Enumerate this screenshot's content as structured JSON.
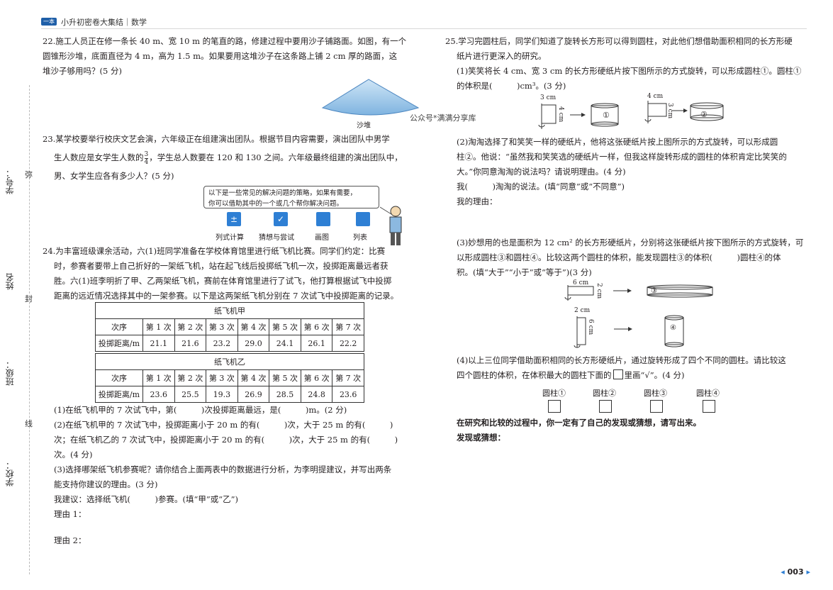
{
  "header": {
    "badge": "一本",
    "title": "小升初密卷大集结｜数学"
  },
  "side": {
    "student_no": "学号：",
    "name": "姓名",
    "class": "班级：",
    "school": "学校：",
    "mi": "弥",
    "feng": "封",
    "xian": "线"
  },
  "q22": {
    "line1": "22.施工人员正在修一条长 40 m、宽 10 m 的笔直的路，修建过程中要用沙子铺路面。如图，有一个",
    "line2": "圆锥形沙堆，底面直径为 4 m，高为 1.5 m。如果要用这堆沙子在这条路上铺 2 cm 厚的路面，这",
    "line3": "堆沙子够用吗？(5 分)",
    "sand_label": "沙堆"
  },
  "watermark": "公众号*满满分享库",
  "q23": {
    "line1": "23.某学校要举行校庆文艺会演，六年级正在组建演出团队。根据节目内容需要，演出团队中男学",
    "line2a": "生人数应是女学生人数的",
    "frac_num": "3",
    "frac_den": "4",
    "line2b": "，学生总人数要在 120 和 130 之间。六年级最终组建的演出团队中，",
    "line3": "男、女学生应各有多少人？(5 分)",
    "box_line1": "以下是一些常见的解决问题的策略，如果有需要，",
    "box_line2": "你可以借助其中的一个或几个帮你解决问题。",
    "strategies": [
      "列式计算",
      "猜想与尝试",
      "画图",
      "列表"
    ]
  },
  "q24": {
    "line1": "24.为丰富班级课余活动，六(1)班同学准备在学校体育馆里进行纸飞机比赛。同学们约定：比赛",
    "line2": "时，参赛者要带上自己折好的一架纸飞机，站在起飞线后投掷纸飞机一次，投掷距离最远者获",
    "line3": "胜。六(1)班李明折了甲、乙两架纸飞机，赛前在体育馆里进行了试飞，他打算根据试飞中投掷",
    "line4": "距离的远近情况选择其中的一架参赛。以下是这两架纸飞机分别在 7 次试飞中投掷距离的记录。",
    "tableA": {
      "title": "纸飞机甲",
      "headers": [
        "次序",
        "第 1 次",
        "第 2 次",
        "第 3 次",
        "第 4 次",
        "第 5 次",
        "第 6 次",
        "第 7 次"
      ],
      "row_label": "投掷距离/m",
      "values": [
        "21.1",
        "21.6",
        "23.2",
        "29.0",
        "24.1",
        "26.1",
        "22.2"
      ]
    },
    "tableB": {
      "title": "纸飞机乙",
      "headers": [
        "次序",
        "第 1 次",
        "第 2 次",
        "第 3 次",
        "第 4 次",
        "第 5 次",
        "第 6 次",
        "第 7 次"
      ],
      "row_label": "投掷距离/m",
      "values": [
        "23.6",
        "25.5",
        "19.3",
        "26.9",
        "28.5",
        "24.8",
        "23.6"
      ]
    },
    "sub1": "(1)在纸飞机甲的 7 次试飞中，第(　　　)次投掷距离最远，是(　　　)m。(2 分)",
    "sub2a": "(2)在纸飞机甲的 7 次试飞中，投掷距离小于 20 m 的有(　　　)次，大于 25 m 的有(　　　)",
    "sub2b": "次；在纸飞机乙的 7 次试飞中，投掷距离小于 20 m 的有(　　　)次，大于 25 m 的有(　　　)",
    "sub2c": "次。(4 分)",
    "sub3a": "(3)选择哪架纸飞机参赛呢？请你结合上面两表中的数据进行分析，为李明提建议，并写出两条",
    "sub3b": "能支持你建议的理由。(3 分)",
    "suggest": "我建议：选择纸飞机(　　　)参赛。(填“甲”或“乙”)",
    "reason1": "理由 1：",
    "reason2": "理由 2："
  },
  "q25": {
    "line1": "25.学习完圆柱后，同学们知道了旋转长方形可以得到圆柱，对此他们想借助面积相同的长方形硬",
    "line2": "纸片进行更深入的研究。",
    "s1a": "(1)笑笑将长 4 cm、宽 3 cm 的长方形硬纸片按下图所示的方式旋转，可以形成圆柱①。圆柱①",
    "s1b": "的体积是(　　　)cm³。(3 分)",
    "fig1": {
      "top": "3 cm",
      "side": "4 cm",
      "result": "①"
    },
    "fig2": {
      "top": "4 cm",
      "side": "3 cm",
      "result": "②"
    },
    "s2a": "(2)淘淘选择了和笑笑一样的硬纸片，他将这张硬纸片按上图所示的方式旋转，可以形成圆",
    "s2b": "柱②。他说：“虽然我和笑笑选的硬纸片一样，但我这样旋转形成的圆柱的体积肯定比笑笑的",
    "s2c": "大。”你同意淘淘的说法吗？请说明理由。(4 分)",
    "s2d": "我(　　　)淘淘的说法。(填“同意”或“不同意”)",
    "s2e": "我的理由：",
    "s3a": "(3)妙想用的也是面积为 12 cm² 的长方形硬纸片，分别将这张硬纸片按下图所示的方式旋转，可",
    "s3b": "以形成圆柱③和圆柱④。比较这两个圆柱的体积，能发现圆柱③的体积(　　　)圆柱④的体",
    "s3c": "积。(填“大于”“小于”或“等于”)(3 分)",
    "fig3": {
      "top": "6 cm",
      "side": "2 cm",
      "result": "③"
    },
    "fig4": {
      "top": "2 cm",
      "side": "6 cm",
      "result": "④"
    },
    "s4a": "(4)以上三位同学借助面积相同的长方形硬纸片，通过旋转形成了四个不同的圆柱。请比较这",
    "s4b1": "四个圆柱的体积，在体积最大的圆柱下面的",
    "s4b2": "里画“√”。(4 分)",
    "cyl_labels": [
      "圆柱①",
      "圆柱②",
      "圆柱③",
      "圆柱④"
    ],
    "s5": "在研究和比较的过程中，你一定有了自己的发现或猜想，请写出来。",
    "s6": "发现或猜想："
  },
  "page": {
    "number": "003"
  }
}
